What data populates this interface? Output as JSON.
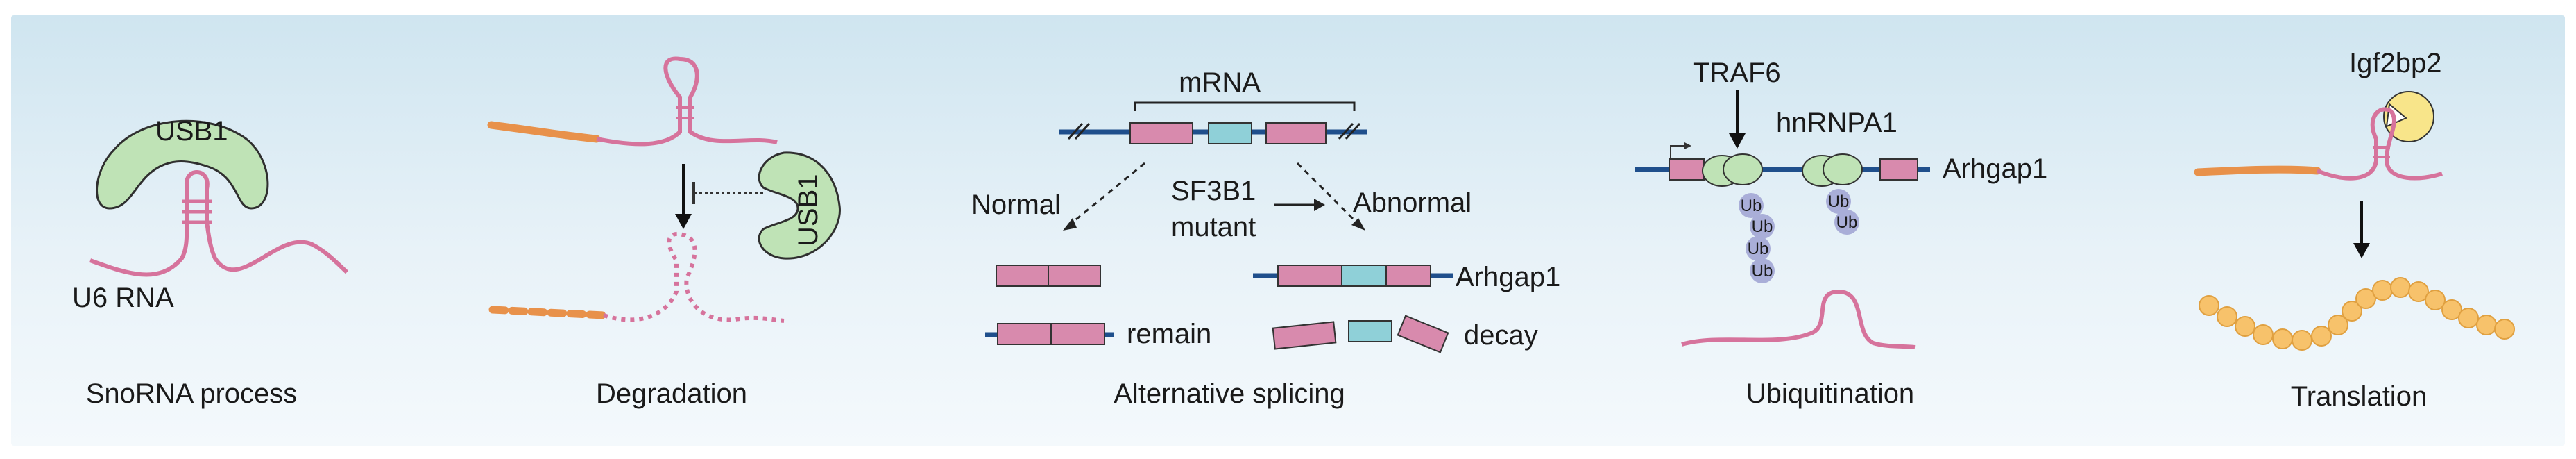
{
  "panels": [
    {
      "caption": "SnoRNA process",
      "labels": {
        "protein": "USB1",
        "rna": "U6 RNA"
      }
    },
    {
      "caption": "Degradation",
      "labels": {
        "protein": "USB1"
      }
    },
    {
      "caption": "Alternative splicing",
      "labels": {
        "mrna": "mRNA",
        "normal": "Normal",
        "sf3b1": "SF3B1",
        "mutant": "mutant",
        "abnormal": "Abnormal",
        "arhgap1": "Arhgap1",
        "remain": "remain",
        "decay": "decay"
      }
    },
    {
      "caption": "Ubiquitination",
      "labels": {
        "traf6": "TRAF6",
        "hnrnpa1": "hnRNPA1",
        "arhgap1": "Arhgap1",
        "ub": "Ub"
      }
    },
    {
      "caption": "Translation",
      "labels": {
        "igf2bp2": "Igf2bp2"
      }
    }
  ],
  "colors": {
    "rna": "#d6739c",
    "protein_fill": "#bfe3b6",
    "protein_stroke": "#2f2f2f",
    "exon": "#d88aad",
    "exon_mid": "#8fd0d8",
    "strand": "#1f4f8c",
    "orange": "#e8914a",
    "ub": "#a9aed8",
    "amino": "#f7c26b",
    "yellow": "#f8e58a"
  }
}
